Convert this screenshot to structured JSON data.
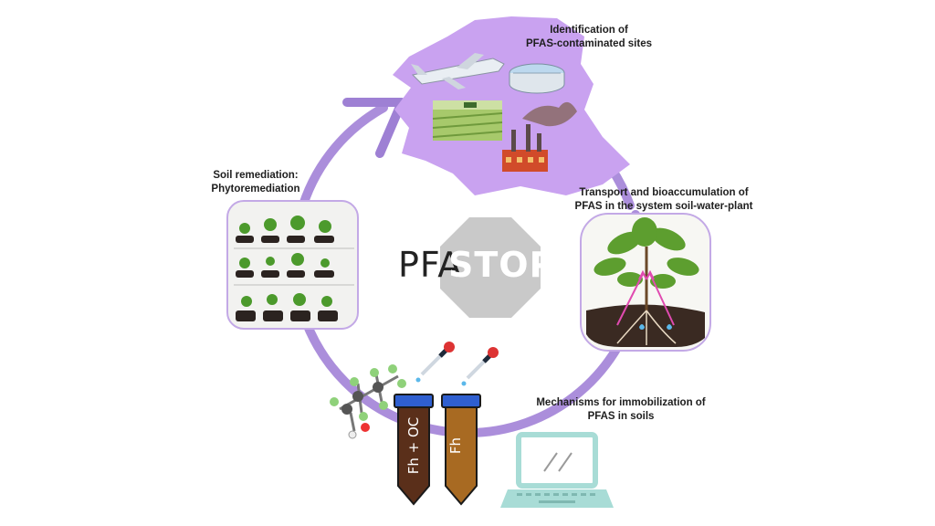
{
  "captions": {
    "identification": [
      "Identification of",
      "PFAS-contaminated sites"
    ],
    "remediation": [
      "Soil remediation:",
      "Phytoremediation"
    ],
    "transport": [
      "Transport and bioaccumulation of",
      "PFAS in the system soil-water-plant"
    ],
    "mechanisms": [
      "Mechanisms for immobilization of",
      "PFAS in soils"
    ]
  },
  "logo": {
    "left_text": "PFA",
    "right_text": "STOP"
  },
  "tubes": {
    "tube1": "Fh + OC",
    "tube2": "Fh"
  },
  "colors": {
    "cycle": "#a98ad8",
    "map": "#c9a2f0",
    "stop_sign": "#c9c9c9",
    "tube_cap": "#2f5fd0",
    "laptop": "#a8dcd6"
  },
  "icons": [
    "airplane-icon",
    "water-treatment-icon",
    "farm-field-icon",
    "factory-icon",
    "plant-roots-icon",
    "seedling-pots-icon",
    "molecule-icon",
    "dropper-icon",
    "laptop-icon",
    "stop-sign-icon"
  ]
}
